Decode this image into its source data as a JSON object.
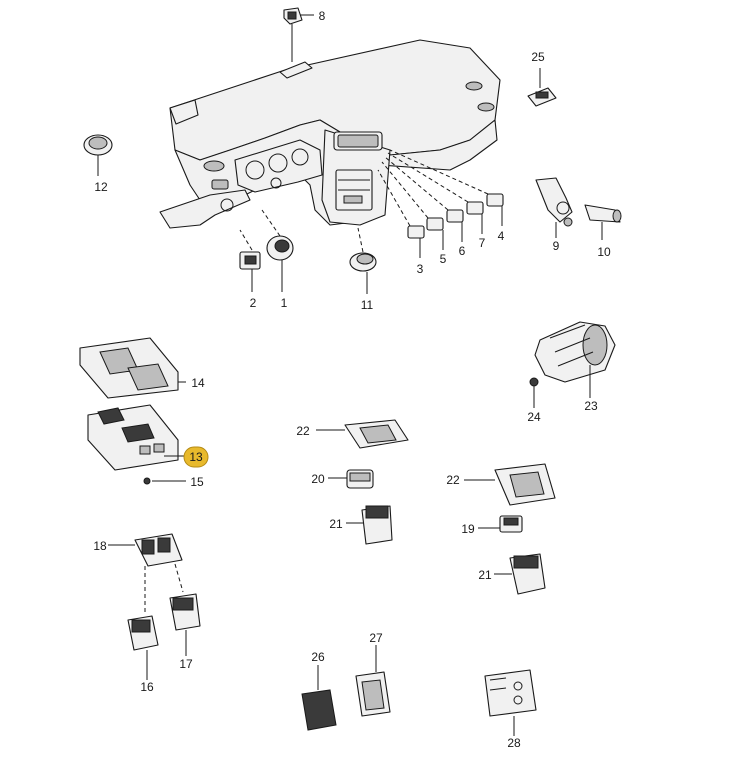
{
  "diagram": {
    "callouts": [
      {
        "id": "c1",
        "label": "1"
      },
      {
        "id": "c2",
        "label": "2"
      },
      {
        "id": "c3",
        "label": "3"
      },
      {
        "id": "c4",
        "label": "4"
      },
      {
        "id": "c5",
        "label": "5"
      },
      {
        "id": "c6",
        "label": "6"
      },
      {
        "id": "c7",
        "label": "7"
      },
      {
        "id": "c8",
        "label": "8"
      },
      {
        "id": "c9",
        "label": "9"
      },
      {
        "id": "c10",
        "label": "10"
      },
      {
        "id": "c11",
        "label": "11"
      },
      {
        "id": "c12",
        "label": "12"
      },
      {
        "id": "c13",
        "label": "13",
        "highlighted": true
      },
      {
        "id": "c14",
        "label": "14"
      },
      {
        "id": "c15",
        "label": "15"
      },
      {
        "id": "c16",
        "label": "16"
      },
      {
        "id": "c17",
        "label": "17"
      },
      {
        "id": "c18",
        "label": "18"
      },
      {
        "id": "c19",
        "label": "19"
      },
      {
        "id": "c20",
        "label": "20"
      },
      {
        "id": "c21a",
        "label": "21"
      },
      {
        "id": "c21b",
        "label": "21"
      },
      {
        "id": "c22a",
        "label": "22"
      },
      {
        "id": "c22b",
        "label": "22"
      },
      {
        "id": "c23",
        "label": "23"
      },
      {
        "id": "c24",
        "label": "24"
      },
      {
        "id": "c25",
        "label": "25"
      },
      {
        "id": "c26",
        "label": "26"
      },
      {
        "id": "c27",
        "label": "27"
      },
      {
        "id": "c28",
        "label": "28"
      }
    ],
    "highlight_color": "#e8b92c"
  }
}
